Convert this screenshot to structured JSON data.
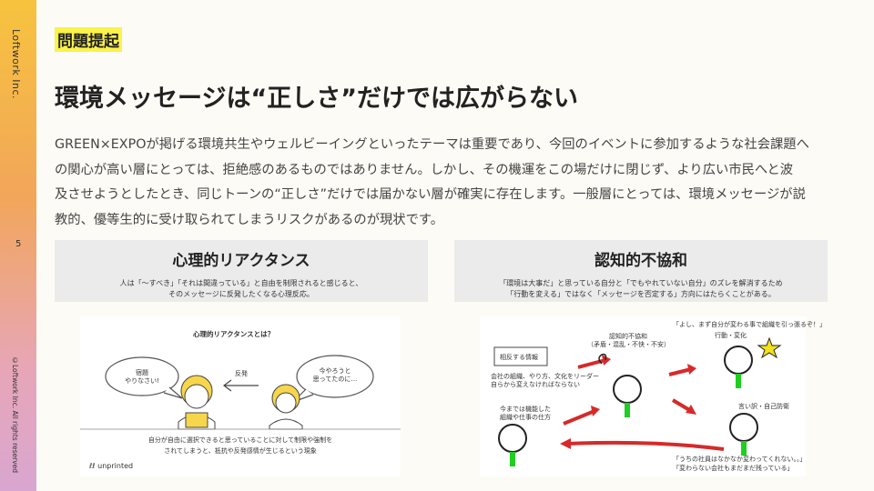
{
  "sidebar": {
    "brand": "Loftwork Inc.",
    "page_number": "5",
    "copyright": "©Loftwork Inc. All rights reserved"
  },
  "section_tag": "問題提起",
  "headline": "環境メッセージは“正しさ”だけでは広がらない",
  "body_lines": [
    "GREEN×EXPOが掲げる環境共生やウェルビーイングといったテーマは重要であり、今回のイベントに参加するような社会課題へ",
    "の関心が高い層にとっては、拒絶感のあるものではありません。しかし、その機運をこの場だけに閉じず、より広い市民へと波",
    "及させようとしたとき、同じトーンの“正しさ”だけでは届かない層が確実に存在します。一般層にとっては、環境メッセージが説",
    "教的、優等生的に受け取られてしまうリスクがあるのが現状です。"
  ],
  "box_left": {
    "title": "心理的リアクタンス",
    "desc_line1": "人は「〜すべき」「それは間違っている」と自由を制限されると感じると、",
    "desc_line2": "そのメッセージに反発したくなる心理反応。"
  },
  "box_right": {
    "title": "認知的不協和",
    "desc_line1": "「環境は大事だ」と思っている自分と「でもやれていない自分」のズレを解消するため",
    "desc_line2": "「行動を変える」ではなく「メッセージを否定する」方向にはたらくことがある。"
  },
  "illus_left": {
    "title": "心理的リアクタンスとは？",
    "bubble_left_1": "宿題",
    "bubble_left_2": "やりなさい!",
    "bubble_right_1": "今やろうと",
    "bubble_right_2": "思ってたのに…",
    "center_label": "反発",
    "caption_1": "自分が自由に選択できると思っていることに対して制限や強制を",
    "caption_2": "されてしまうと、抵抗や反発感情が生じるという現象",
    "logo": "unprinted"
  },
  "illus_right": {
    "top_quote": "「よし、まず自分が変わる事で組織を引っ張るぞ！」",
    "action_label": "行動・変化",
    "center_title": "認知的不協和",
    "center_sub": "（矛盾・混乱・不快・不安）",
    "box_label": "相反する情報",
    "info_1": "会社の組織、やり方、文化をリーダー",
    "info_2": "自らから変えなければならない",
    "current_1": "今までは機能した",
    "current_2": "組織や仕事の仕方",
    "excuse_label": "言い訳・自己防衛",
    "bottom_quote_1": "「うちの社員はなかなか変わってくれない。。」",
    "bottom_quote_2": "「変わらない会社もまだまだ残っている」"
  },
  "colors": {
    "accent_yellow": "#fbf24a",
    "arrow_red": "#d62a2a",
    "figure_green": "#1fcf1f",
    "star_yellow": "#f4e31c"
  }
}
